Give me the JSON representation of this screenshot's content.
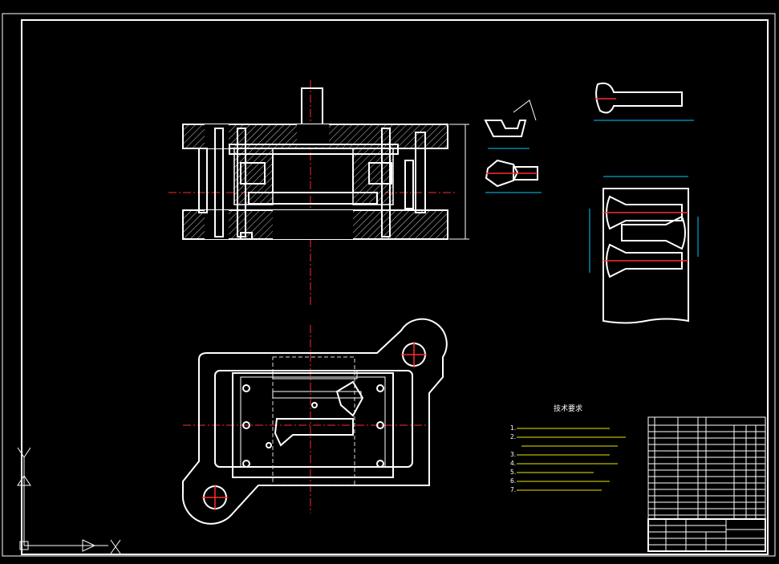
{
  "technical_requirements": {
    "title": "技术要求",
    "items": [
      "1.",
      "2.",
      "",
      "3.",
      "4.",
      "5.",
      "6.",
      "7."
    ]
  },
  "colors": {
    "background": "#000000",
    "lines": "#ffffff",
    "centerlines": "#ff2a2a",
    "dimensions": "#00c8ff"
  },
  "icons": [
    "ucs-y-axis-icon",
    "ucs-x-axis-icon"
  ]
}
